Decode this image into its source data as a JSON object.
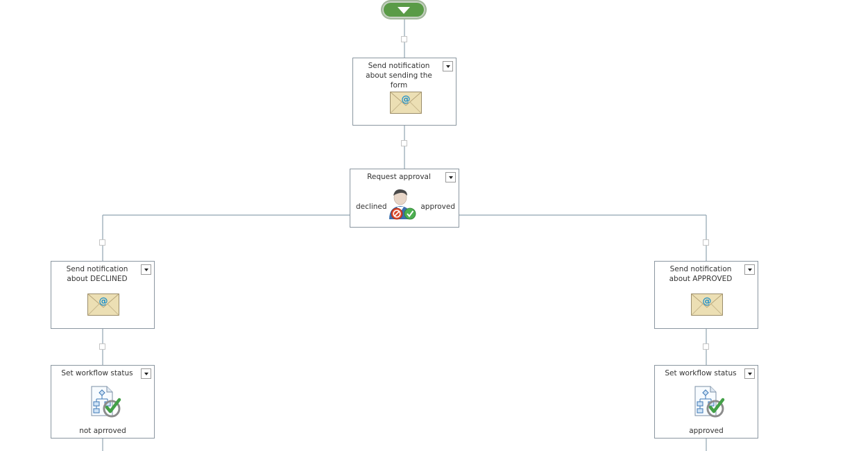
{
  "workflow": {
    "start": {
      "icon": "start-arrow-icon"
    },
    "notify_form": {
      "title": "Send notification about sending the form",
      "icon": "email-icon"
    },
    "request_approval": {
      "title": "Request approval",
      "icon": "approval-user-icon",
      "left_branch": "declined",
      "right_branch": "approved"
    },
    "notify_declined": {
      "title": "Send notification about DECLINED",
      "icon": "email-icon"
    },
    "notify_approved": {
      "title": "Send notification about APPROVED",
      "icon": "email-icon"
    },
    "status_declined": {
      "title": "Set workflow status",
      "icon": "workflow-status-icon",
      "value": "not aprroved"
    },
    "status_approved": {
      "title": "Set workflow status",
      "icon": "workflow-status-icon",
      "value": "approved"
    }
  },
  "colors": {
    "start": "#5a9b47",
    "connector": "#8fa3b0",
    "border": "#8a96a0",
    "envelope": "#ecdfb4",
    "at_sign": "#1a8ec9",
    "check": "#4caf50"
  }
}
